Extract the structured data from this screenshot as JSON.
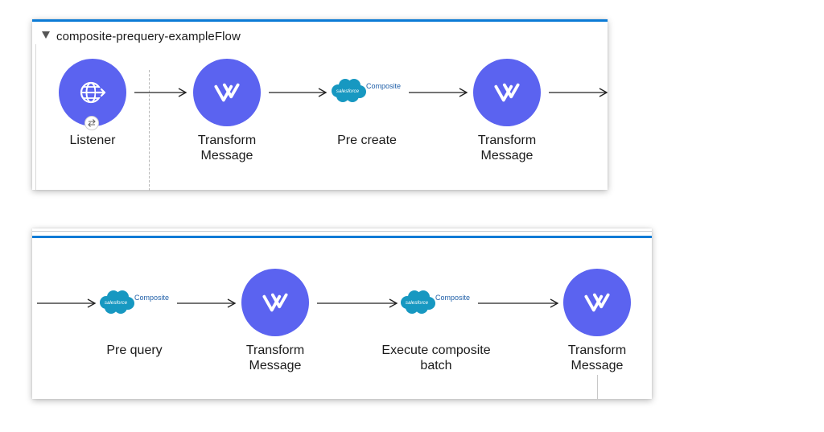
{
  "flow": {
    "title": "composite-prequery-exampleFlow"
  },
  "top_row": {
    "nodes": [
      {
        "label": "Listener",
        "icon": "globe-arrow-icon"
      },
      {
        "label": "Transform\nMessage",
        "icon": "dataweave-icon"
      },
      {
        "label": "Pre create",
        "icon": "salesforce-composite-icon",
        "connector_text": "Composite"
      },
      {
        "label": "Transform\nMessage",
        "icon": "dataweave-icon"
      }
    ]
  },
  "bottom_row": {
    "nodes": [
      {
        "label": "Pre query",
        "icon": "salesforce-composite-icon",
        "connector_text": "Composite"
      },
      {
        "label": "Transform\nMessage",
        "icon": "dataweave-icon"
      },
      {
        "label": "Execute composite\nbatch",
        "icon": "salesforce-composite-icon",
        "connector_text": "Composite"
      },
      {
        "label": "Transform\nMessage",
        "icon": "dataweave-icon"
      }
    ]
  },
  "salesforce_logo_text": "salesforce",
  "colors": {
    "node_fill": "#5b63f0",
    "accent_line": "#0b7bd6",
    "salesforce_cloud": "#1798c1"
  }
}
